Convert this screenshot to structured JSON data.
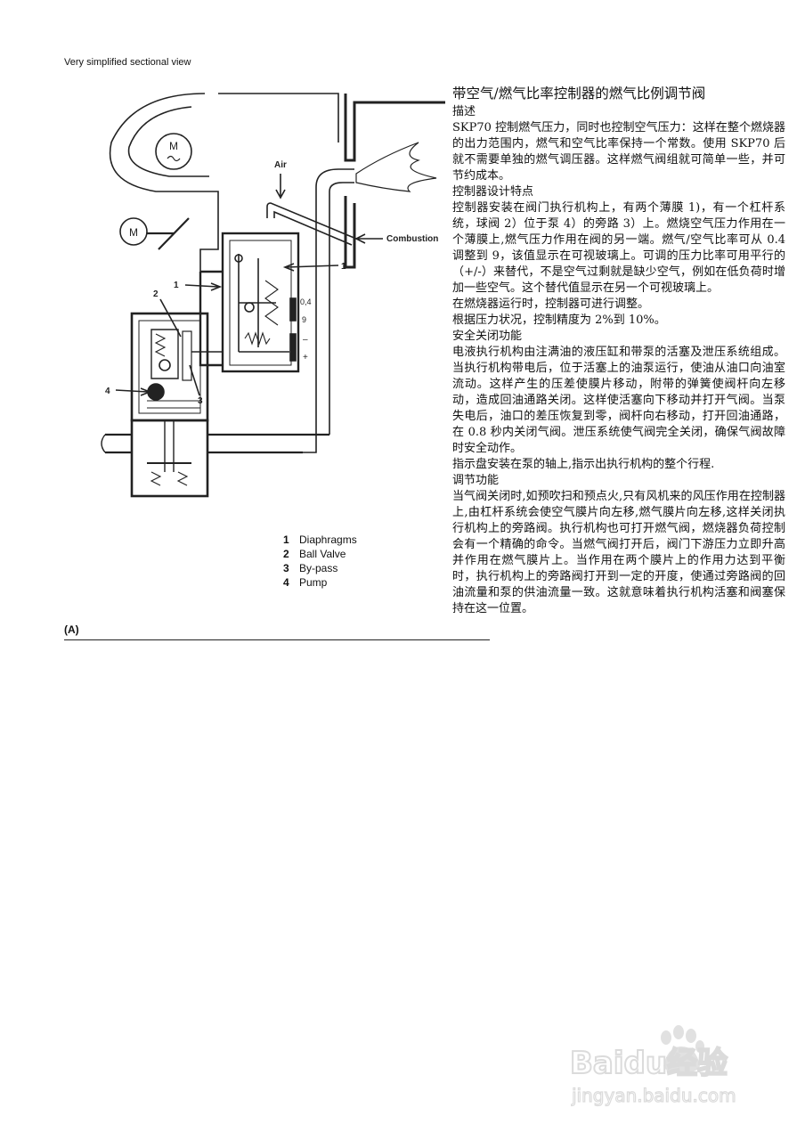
{
  "figure": {
    "caption": "Very simplified sectional view",
    "labels": {
      "motor_fan": "M",
      "motor_damper": "M",
      "air": "Air",
      "combustion": "Combustion",
      "diaphragm_top": "1",
      "diaphragm_left": "1",
      "ball_valve": "2",
      "bypass": "3",
      "pump": "4",
      "scale_low": "0,4",
      "scale_high": "9",
      "minus": "–",
      "plus": "+"
    },
    "legend": [
      {
        "num": "1",
        "label": "Diaphragms"
      },
      {
        "num": "2",
        "label": "Ball Valve"
      },
      {
        "num": "3",
        "label": "By-pass"
      },
      {
        "num": "4",
        "label": "Pump"
      }
    ],
    "section_label": "(A)"
  },
  "article": {
    "title": "带空气/燃气比率控制器的燃气比例调节阀",
    "blocks": [
      {
        "type": "heading",
        "text": "描述"
      },
      {
        "type": "para",
        "text": "SKP70 控制燃气压力，同时也控制空气压力：这样在整个燃烧器的出力范围内，燃气和空气比率保持一个常数。使用 SKP70 后就不需要单独的燃气调压器。这样燃气阀组就可简单一些，并可节约成本。"
      },
      {
        "type": "heading",
        "text": "控制器设计特点"
      },
      {
        "type": "para",
        "text": "控制器安装在阀门执行机构上，有两个薄膜 1)，有一个杠杆系统，球阀 2）位于泵 4）的旁路 3）上。燃烧空气压力作用在一个薄膜上,燃气压力作用在阀的另一端。燃气/空气比率可从 0.4 调整到 9，该值显示在可视玻璃上。可调的压力比率可用平行的（+/-）来替代，不是空气过剩就是缺少空气，例如在低负荷时增加一些空气。这个替代值显示在另一个可视玻璃上。"
      },
      {
        "type": "para",
        "text": "在燃烧器运行时，控制器可进行调整。"
      },
      {
        "type": "para",
        "text": "根据压力状况，控制精度为 2%到 10%。"
      },
      {
        "type": "heading",
        "text": "安全关闭功能"
      },
      {
        "type": "para",
        "text": "电液执行机构由注满油的液压缸和带泵的活塞及泄压系统组成。当执行机构带电后，位于活塞上的油泵运行，使油从油口向油室流动。这样产生的压差使膜片移动，附带的弹簧使阀杆向左移动，造成回油通路关闭。这样使活塞向下移动并打开气阀。当泵失电后，油口的差压恢复到零，阀杆向右移动，打开回油通路，在 0.8 秒内关闭气阀。泄压系统使气阀完全关闭，确保气阀故障时安全动作。"
      },
      {
        "type": "para",
        "text": "指示盘安装在泵的轴上,指示出执行机构的整个行程."
      },
      {
        "type": "heading",
        "text": "调节功能"
      },
      {
        "type": "para",
        "text": "当气阀关闭时,如预吹扫和预点火,只有风机来的风压作用在控制器上,由杠杆系统会使空气膜片向左移,燃气膜片向左移,这样关闭执行机构上的旁路阀。执行机构也可打开燃气阀，燃烧器负荷控制会有一个精确的命令。当燃气阀打开后，阀门下游压力立即升高并作用在燃气膜片上。当作用在两个膜片上的作用力达到平衡时，执行机构上的旁路阀打开到一定的开度，使通过旁路阀的回油流量和泵的供油流量一致。这就意味着执行机构活塞和阀塞保持在这一位置。"
      }
    ]
  },
  "watermark": {
    "brand_text": "Baidu经验",
    "url_text": "jingyan.baidu.com"
  }
}
